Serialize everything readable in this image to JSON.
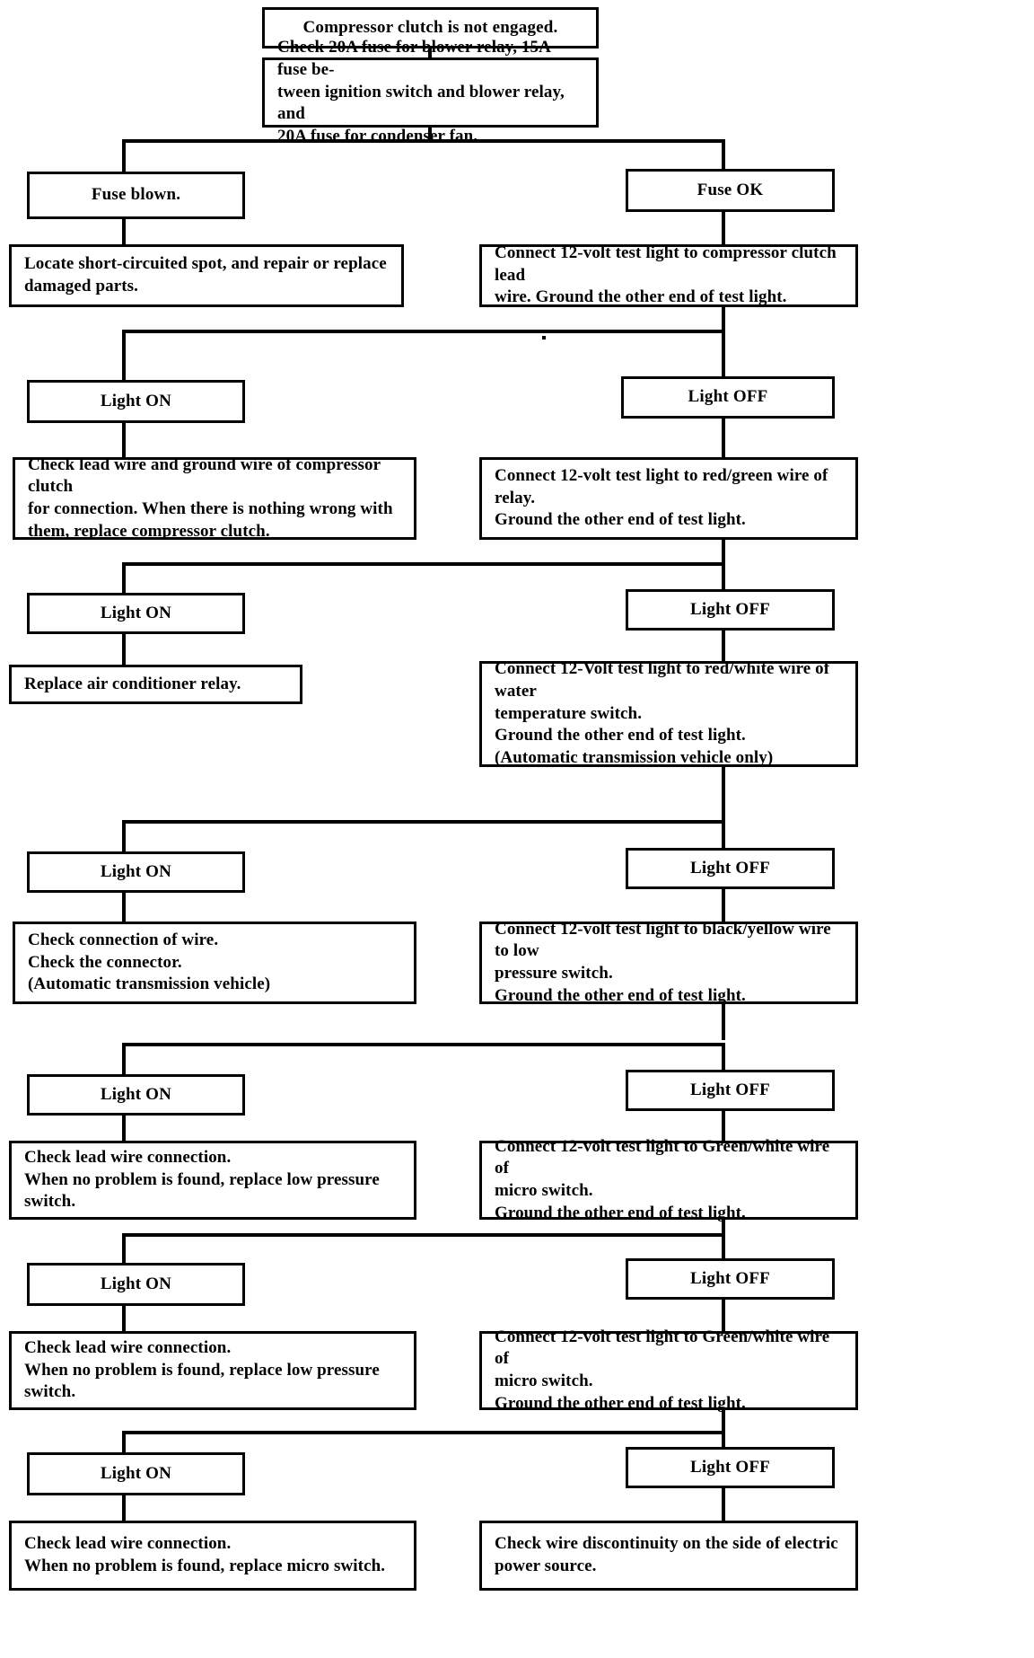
{
  "document": {
    "title": "Compressor clutch troubleshooting flow chart",
    "type": "flowchart",
    "ink_color": "#000000",
    "paper_color": "#ffffff"
  },
  "nodes": {
    "start": "Compressor clutch is not engaged.",
    "check_fuses": "Check 20A fuse for blower relay, 15A fuse be-\ntween ignition switch and blower relay, and\n20A fuse for condenser fan.",
    "fuse_blown": "Fuse blown.",
    "fuse_ok": "Fuse OK",
    "locate_short": "Locate short-circuited spot, and repair or replace\ndamaged parts.",
    "connect_clutch_lead": "Connect 12-volt test light to compressor clutch lead\nwire. Ground the other end of test light.",
    "light_on_1": "Light ON",
    "light_off_1": "Light OFF",
    "check_clutch_wires": "Check lead wire and ground wire of compressor clutch\nfor connection.  When there is nothing wrong with\nthem, replace compressor clutch.",
    "connect_relay_redgreen": "Connect 12-volt test light to red/green wire of relay.\nGround the other end of test light.",
    "light_on_2": "Light ON",
    "light_off_2": "Light OFF",
    "replace_relay": "Replace air conditioner relay.",
    "connect_water_temp": "Connect 12-Volt test light to red/white wire of water\ntemperature switch.\nGround the other end of test light.\n(Automatic transmission vehicle only)",
    "light_on_3": "Light ON",
    "light_off_3": "Light OFF",
    "check_connector": "Check connection of wire.\nCheck the connector.\n(Automatic transmission vehicle)",
    "connect_low_pressure": "Connect 12-volt test light to black/yellow wire to low\npressure switch.\nGround the other end of test light.",
    "light_on_4": "Light ON",
    "light_off_4": "Light OFF",
    "replace_low_pressure": "Check lead wire connection.\nWhen no problem is found, replace low pressure\nswitch.",
    "connect_micro_switch": "Connect 12-volt test light to Green/white wire of\nmicro switch.\nGround the other end of test light.",
    "light_on_5": "Light ON",
    "light_off_5": "Light OFF",
    "replace_micro_switch": "Check lead wire connection.\nWhen no problem is found, replace micro switch.",
    "check_discontinuity": "Check wire discontinuity on the side of electric\npower source."
  }
}
